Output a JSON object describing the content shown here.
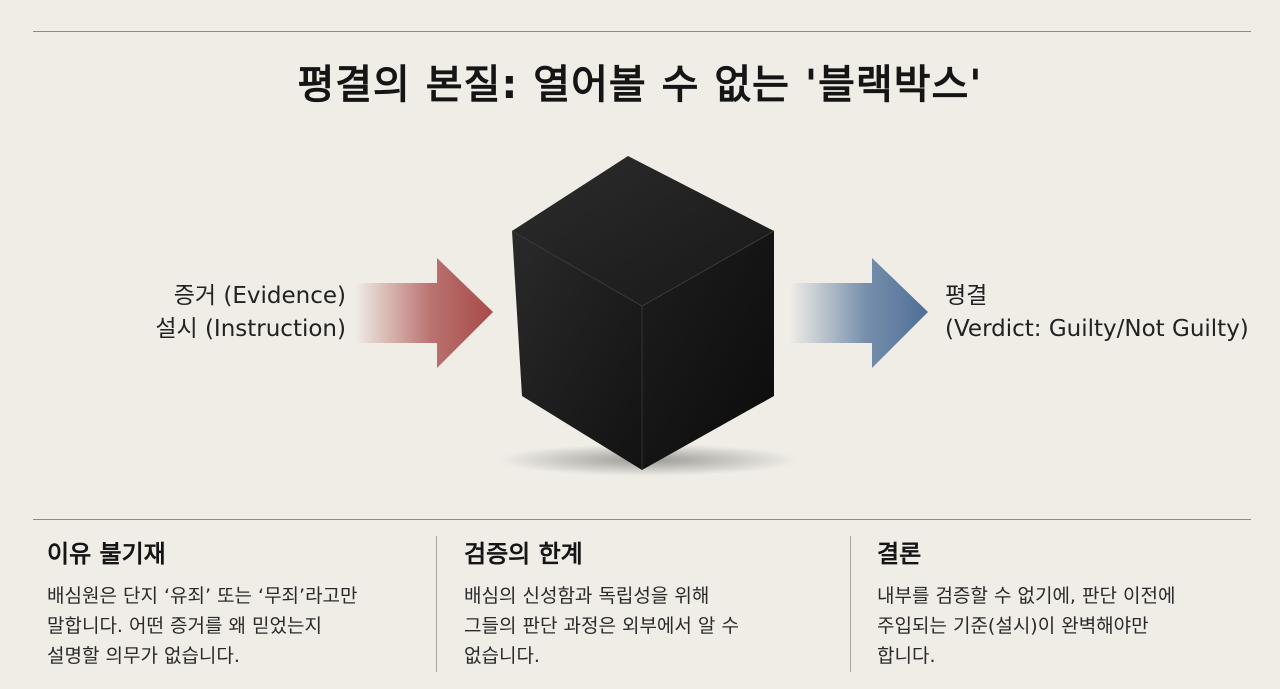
{
  "title": "평결의 본질: 열어볼 수 없는 '블랙박스'",
  "input": {
    "line1": "증거 (Evidence)",
    "line2": "설시 (Instruction)",
    "color": "#a84a48"
  },
  "box": {
    "color": "#1c1c1c"
  },
  "output": {
    "line1": "평결",
    "line2": "(Verdict: Guilty/Not Guilty)",
    "color": "#4f6f98"
  },
  "columns": [
    {
      "heading": "이유 불기재",
      "lines": [
        "배심원은 단지 ‘유죄’ 또는 ‘무죄’라고만",
        "말합니다. 어떤 증거를 왜 믿었는지",
        "설명할 의무가 없습니다."
      ]
    },
    {
      "heading": "검증의 한계",
      "lines": [
        "배심의 신성함과 독립성을 위해",
        "그들의 판단 과정은 외부에서 알 수",
        "없습니다."
      ]
    },
    {
      "heading": "결론",
      "lines": [
        "내부를 검증할 수 없기에, 판단 이전에",
        "주입되는 기준(설시)이 완벽해야만",
        "합니다."
      ]
    }
  ]
}
